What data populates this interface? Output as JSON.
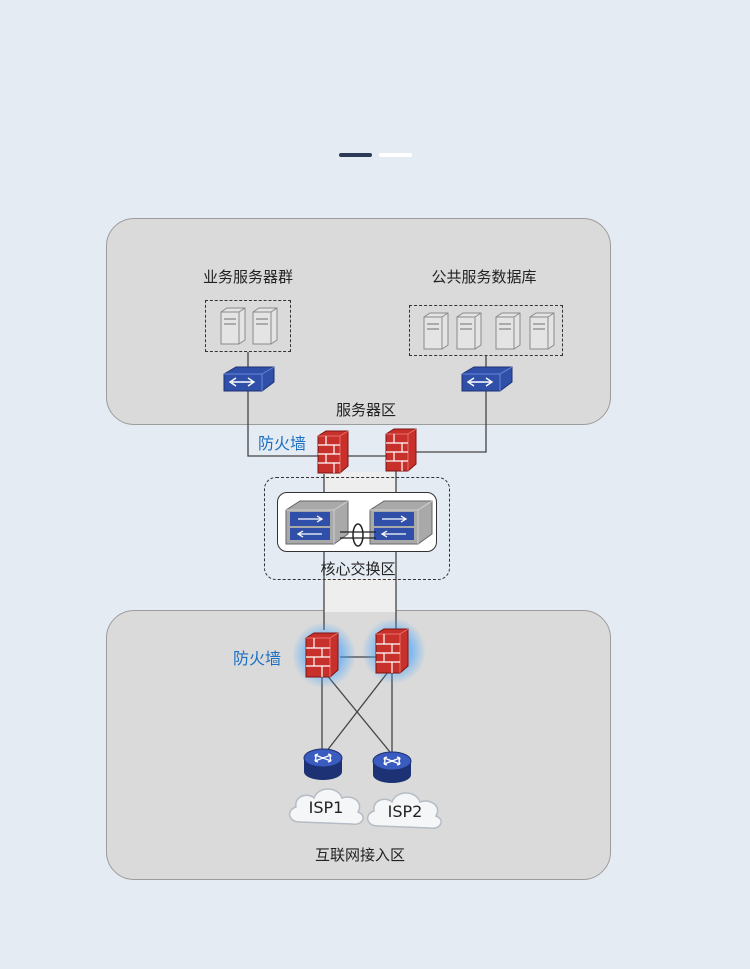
{
  "page_indicator": {
    "active_color": "#2b3a55",
    "inactive_color": "#ffffff"
  },
  "zones": {
    "server_zone": {
      "label": "服务器区"
    },
    "core_zone": {
      "label": "核心交换区"
    },
    "internet_zone": {
      "label": "互联网接入区"
    }
  },
  "groups": {
    "business_servers": {
      "label": "业务服务器群"
    },
    "public_db": {
      "label": "公共服务数据库"
    }
  },
  "firewall_labels": {
    "server_side": "防火墙",
    "internet_side": "防火墙"
  },
  "isps": [
    {
      "label": "ISP1"
    },
    {
      "label": "ISP2"
    }
  ],
  "colors": {
    "firewall": "#c8302c",
    "switch": "#2f4fa8",
    "firewall_label": "#1a6fc4",
    "zone_bg": "#dadada"
  }
}
